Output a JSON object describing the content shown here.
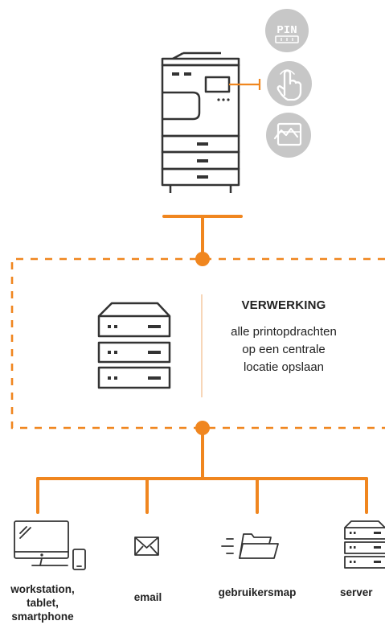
{
  "processing": {
    "heading": "VERWERKING",
    "description_lines": [
      "alle printopdrachten",
      "op een centrale",
      "locatie opslaan"
    ]
  },
  "auth_methods": [
    {
      "icon": "pin-icon",
      "text": "PIN"
    },
    {
      "icon": "touch-icon"
    },
    {
      "icon": "card-icon"
    }
  ],
  "destinations": [
    {
      "icon": "workstation-tablet-smartphone-icon",
      "label_lines": [
        "workstation,",
        "tablet,",
        "smartphone"
      ]
    },
    {
      "icon": "email-icon",
      "label_lines": [
        "email"
      ]
    },
    {
      "icon": "folder-icon",
      "label_lines": [
        "gebruikersmap"
      ]
    },
    {
      "icon": "server-icon",
      "label_lines": [
        "server"
      ]
    }
  ],
  "colors": {
    "accent": "#f0861f",
    "icon_stroke": "#333333",
    "icon_grey": "#c7c7c7",
    "divider": "#f4c9a0"
  }
}
